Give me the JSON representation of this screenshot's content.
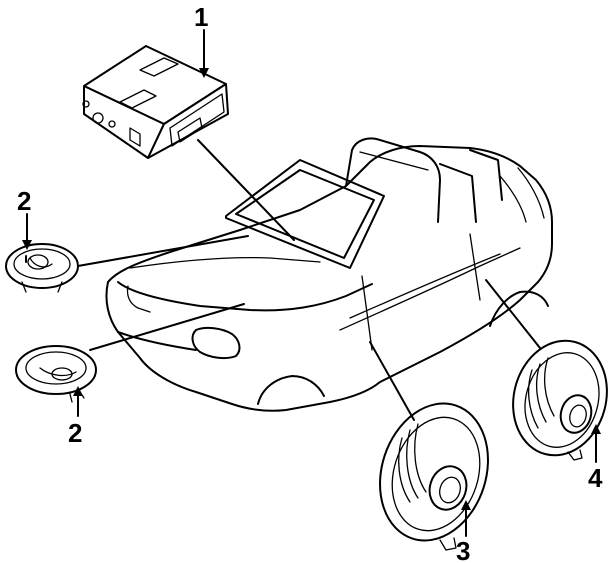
{
  "diagram": {
    "callouts": [
      {
        "id": "1",
        "label": "1",
        "part": "radio-receiver"
      },
      {
        "id": "2a",
        "label": "2",
        "part": "dash-speaker-left"
      },
      {
        "id": "2b",
        "label": "2",
        "part": "dash-speaker-right"
      },
      {
        "id": "3",
        "label": "3",
        "part": "door-speaker"
      },
      {
        "id": "4",
        "label": "4",
        "part": "rear-speaker"
      }
    ]
  }
}
